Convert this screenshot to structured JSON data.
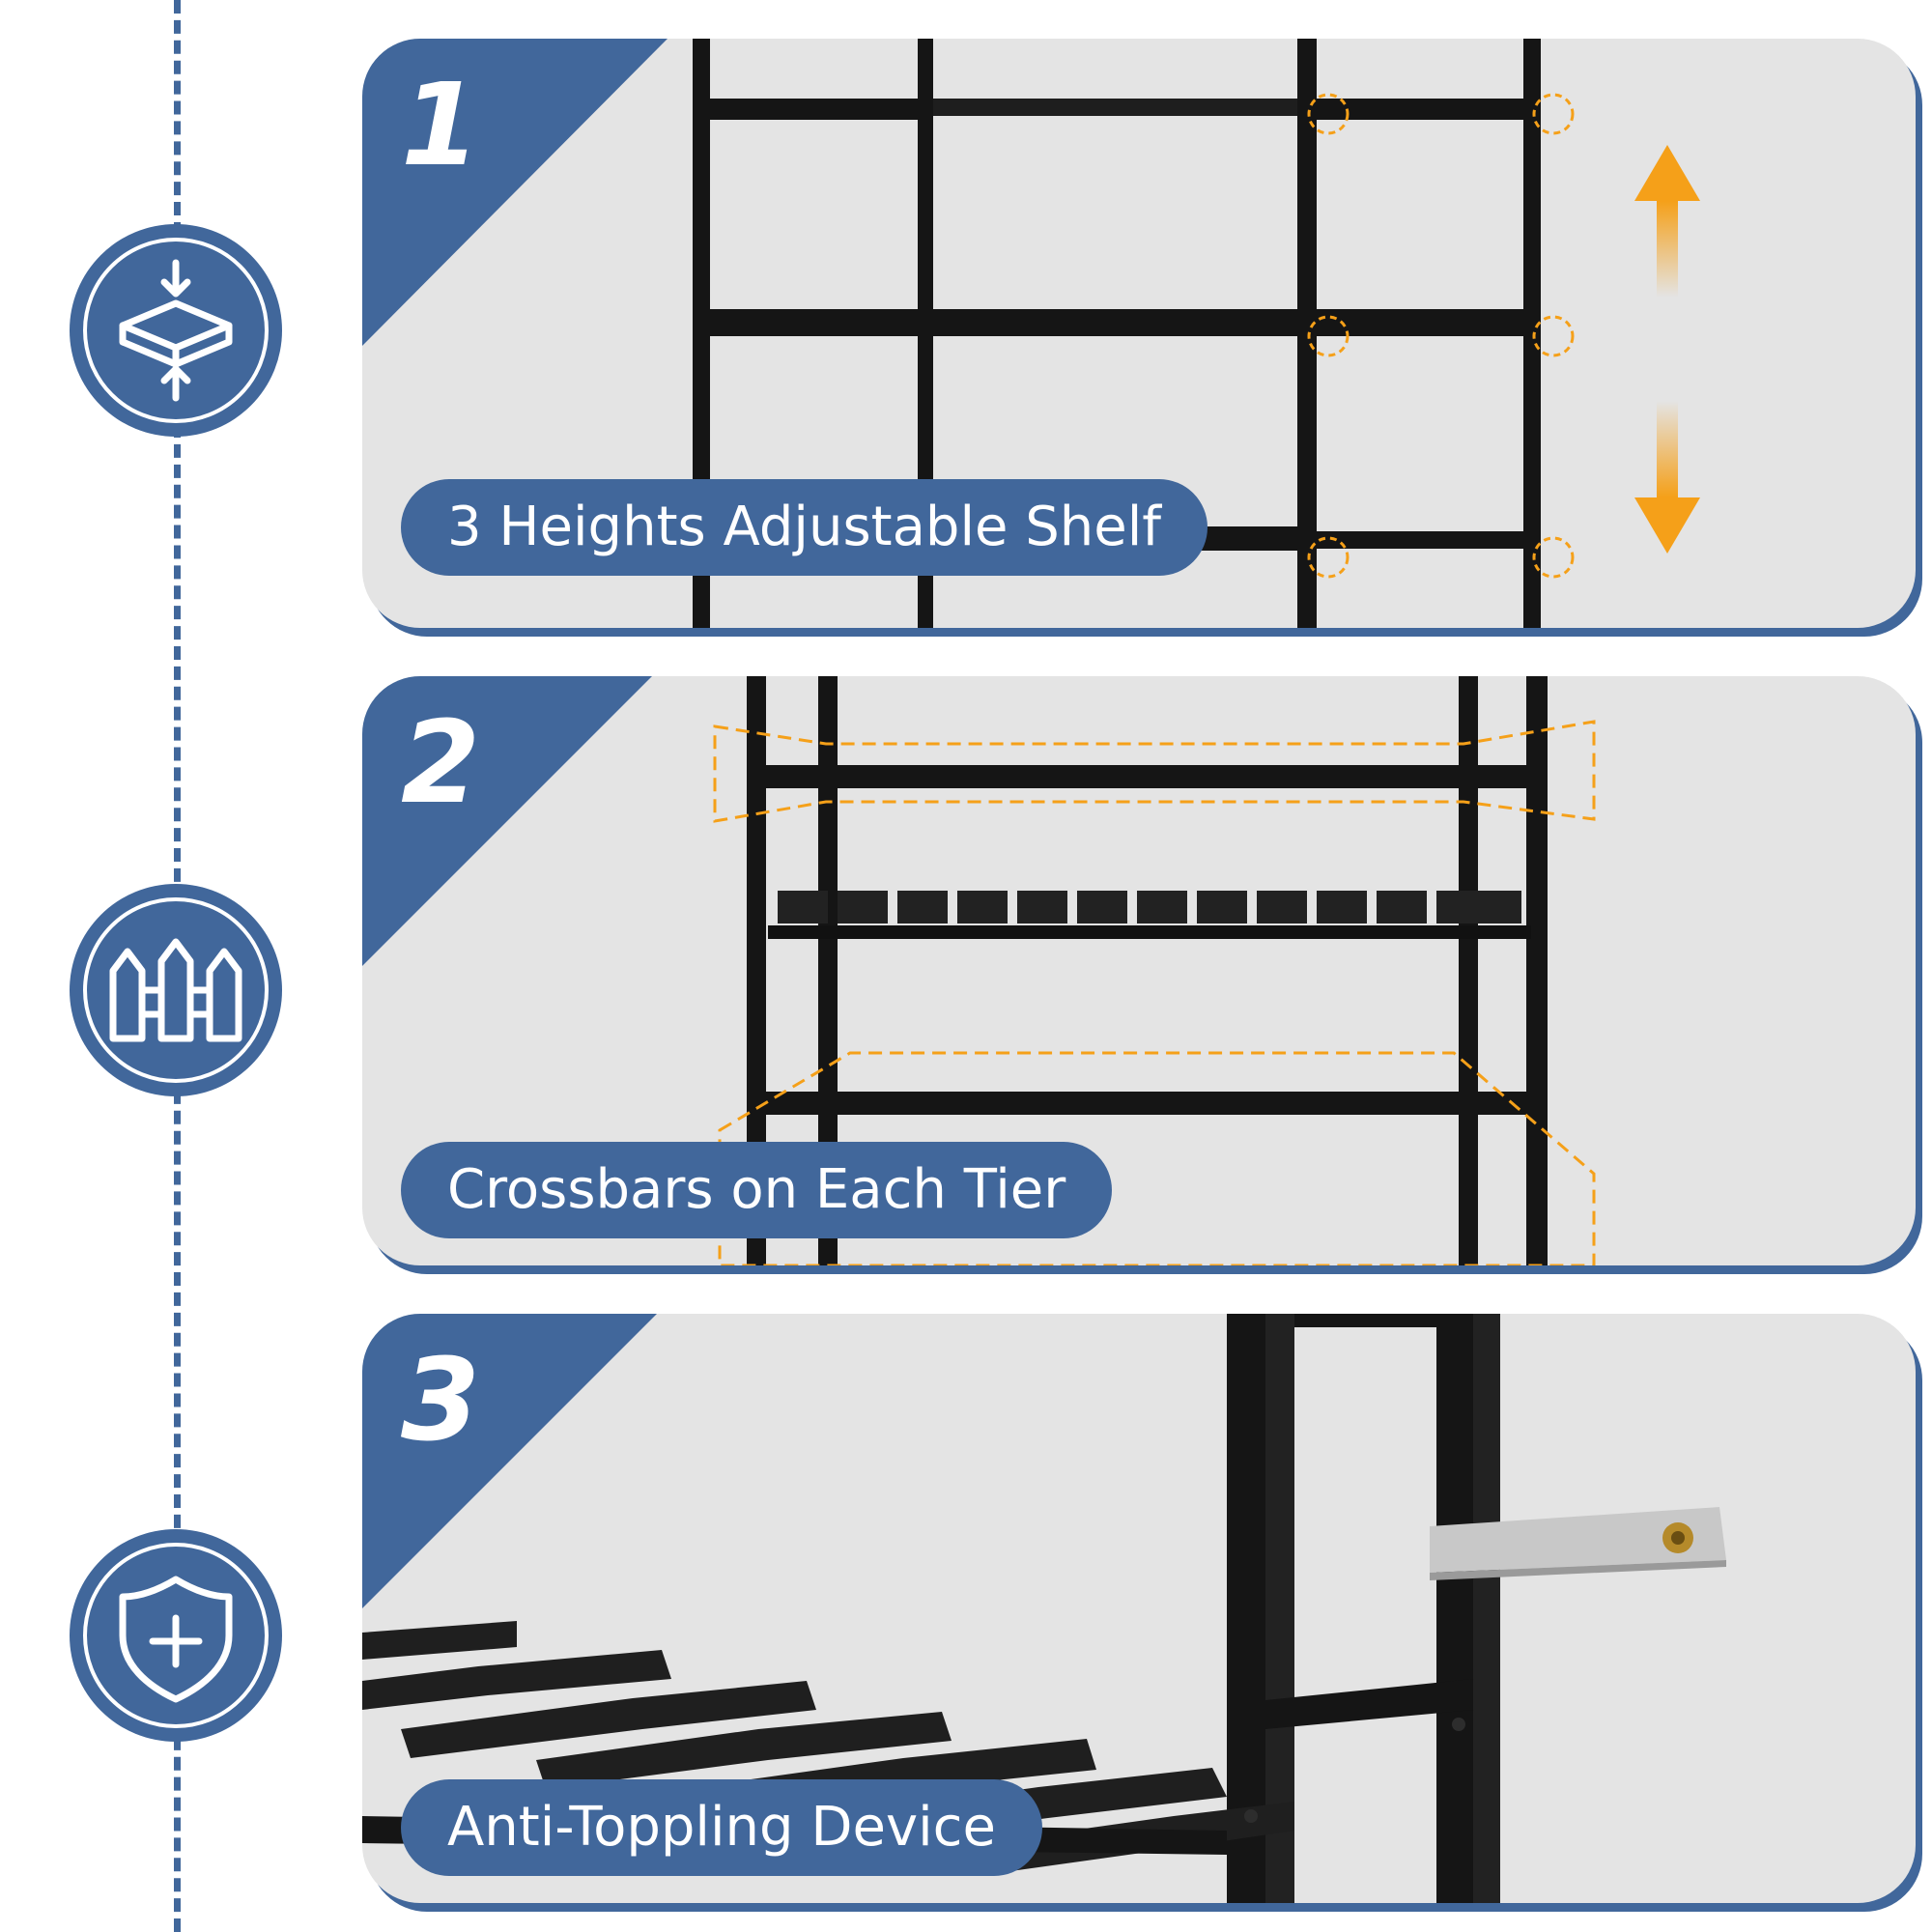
{
  "colors": {
    "accent_blue": "#41679b",
    "panel_bg": "#e4e4e4",
    "highlight_orange": "#f5a019",
    "shelf_black": "#151515"
  },
  "features": [
    {
      "number": "1",
      "label": "3 Heights Adjustable Shelf",
      "icon": "compress-layer-icon"
    },
    {
      "number": "2",
      "label": "Crossbars on Each Tier",
      "icon": "fence-icon"
    },
    {
      "number": "3",
      "label": "Anti-Toppling Device",
      "icon": "shield-plus-icon"
    }
  ]
}
